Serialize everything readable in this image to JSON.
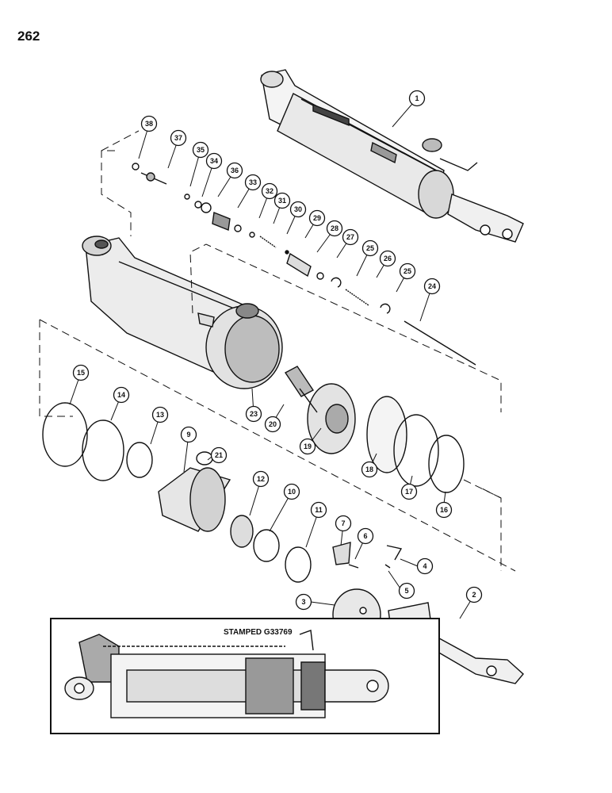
{
  "page_number": "262",
  "inset_label": "STAMPED G33769",
  "callouts": [
    {
      "id": "1",
      "label": "1"
    },
    {
      "id": "2",
      "label": "2"
    },
    {
      "id": "3",
      "label": "3"
    },
    {
      "id": "4",
      "label": "4"
    },
    {
      "id": "5",
      "label": "5"
    },
    {
      "id": "6",
      "label": "6"
    },
    {
      "id": "7",
      "label": "7"
    },
    {
      "id": "9",
      "label": "9"
    },
    {
      "id": "10",
      "label": "10"
    },
    {
      "id": "11",
      "label": "11"
    },
    {
      "id": "12",
      "label": "12"
    },
    {
      "id": "13",
      "label": "13"
    },
    {
      "id": "14",
      "label": "14"
    },
    {
      "id": "15",
      "label": "15"
    },
    {
      "id": "16",
      "label": "16"
    },
    {
      "id": "17",
      "label": "17"
    },
    {
      "id": "18",
      "label": "18"
    },
    {
      "id": "19",
      "label": "19"
    },
    {
      "id": "20",
      "label": "20"
    },
    {
      "id": "21",
      "label": "21"
    },
    {
      "id": "23",
      "label": "23"
    },
    {
      "id": "24",
      "label": "24"
    },
    {
      "id": "25a",
      "label": "25"
    },
    {
      "id": "25b",
      "label": "25"
    },
    {
      "id": "26",
      "label": "26"
    },
    {
      "id": "27",
      "label": "27"
    },
    {
      "id": "28",
      "label": "28"
    },
    {
      "id": "29",
      "label": "29"
    },
    {
      "id": "30",
      "label": "30"
    },
    {
      "id": "31",
      "label": "31"
    },
    {
      "id": "32",
      "label": "32"
    },
    {
      "id": "33",
      "label": "33"
    },
    {
      "id": "34",
      "label": "34"
    },
    {
      "id": "35",
      "label": "35"
    },
    {
      "id": "36",
      "label": "36"
    },
    {
      "id": "37",
      "label": "37"
    },
    {
      "id": "38",
      "label": "38"
    }
  ]
}
